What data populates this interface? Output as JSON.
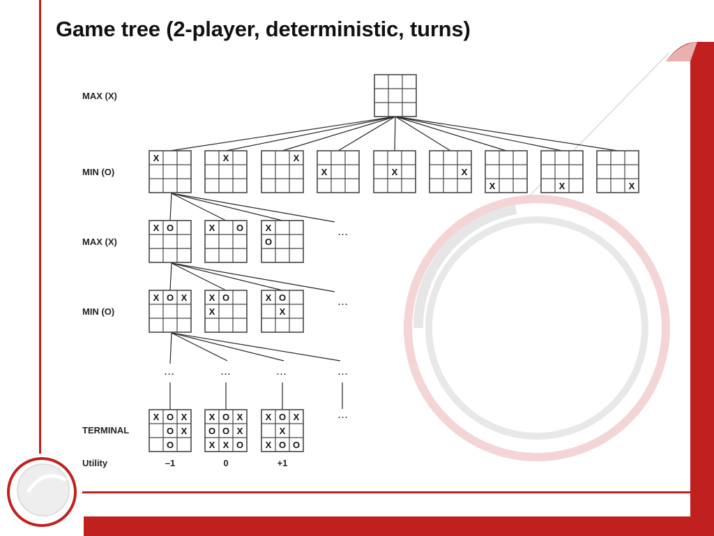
{
  "title": "Game tree (2-player, deterministic, turns)",
  "levels": [
    "MAX (X)",
    "MIN (O)",
    "MAX (X)",
    "MIN (O)",
    "TERMINAL"
  ],
  "utility_label": "Utility",
  "ellipsis": "…",
  "colors": {
    "accent": "#c0201e",
    "line": "#222222",
    "grid": "#444444"
  },
  "tree": {
    "root": [
      "",
      "",
      "",
      "",
      "",
      "",
      "",
      "",
      ""
    ],
    "level1": [
      [
        "X",
        "",
        "",
        "",
        "",
        "",
        "",
        "",
        ""
      ],
      [
        "",
        "X",
        "",
        "",
        "",
        "",
        "",
        "",
        ""
      ],
      [
        "",
        "",
        "X",
        "",
        "",
        "",
        "",
        "",
        ""
      ],
      [
        "",
        "",
        "",
        "X",
        "",
        "",
        "",
        "",
        ""
      ],
      [
        "",
        "",
        "",
        "",
        "X",
        "",
        "",
        "",
        ""
      ],
      [
        "",
        "",
        "",
        "",
        "",
        "X",
        "",
        "",
        ""
      ],
      [
        "",
        "",
        "",
        "",
        "",
        "",
        "X",
        "",
        ""
      ],
      [
        "",
        "",
        "",
        "",
        "",
        "",
        "",
        "X",
        ""
      ],
      [
        "",
        "",
        "",
        "",
        "",
        "",
        "",
        "",
        "X"
      ]
    ],
    "level2": [
      [
        "X",
        "O",
        "",
        "",
        "",
        "",
        "",
        "",
        ""
      ],
      [
        "X",
        "",
        "O",
        "",
        "",
        "",
        "",
        "",
        ""
      ],
      [
        "X",
        "",
        "",
        "O",
        "",
        "",
        "",
        "",
        ""
      ]
    ],
    "level3": [
      [
        "X",
        "O",
        "X",
        "",
        "",
        "",
        "",
        "",
        ""
      ],
      [
        "X",
        "O",
        "",
        "X",
        "",
        "",
        "",
        "",
        ""
      ],
      [
        "X",
        "O",
        "",
        "",
        "X",
        "",
        "",
        "",
        ""
      ]
    ],
    "terminal": [
      [
        "X",
        "O",
        "X",
        "",
        "O",
        "X",
        "",
        "O",
        ""
      ],
      [
        "X",
        "O",
        "X",
        "O",
        "O",
        "X",
        "X",
        "X",
        "O"
      ],
      [
        "X",
        "O",
        "X",
        "",
        "X",
        "",
        "X",
        "O",
        "O"
      ]
    ],
    "utilities": [
      "–1",
      "0",
      "+1"
    ]
  }
}
